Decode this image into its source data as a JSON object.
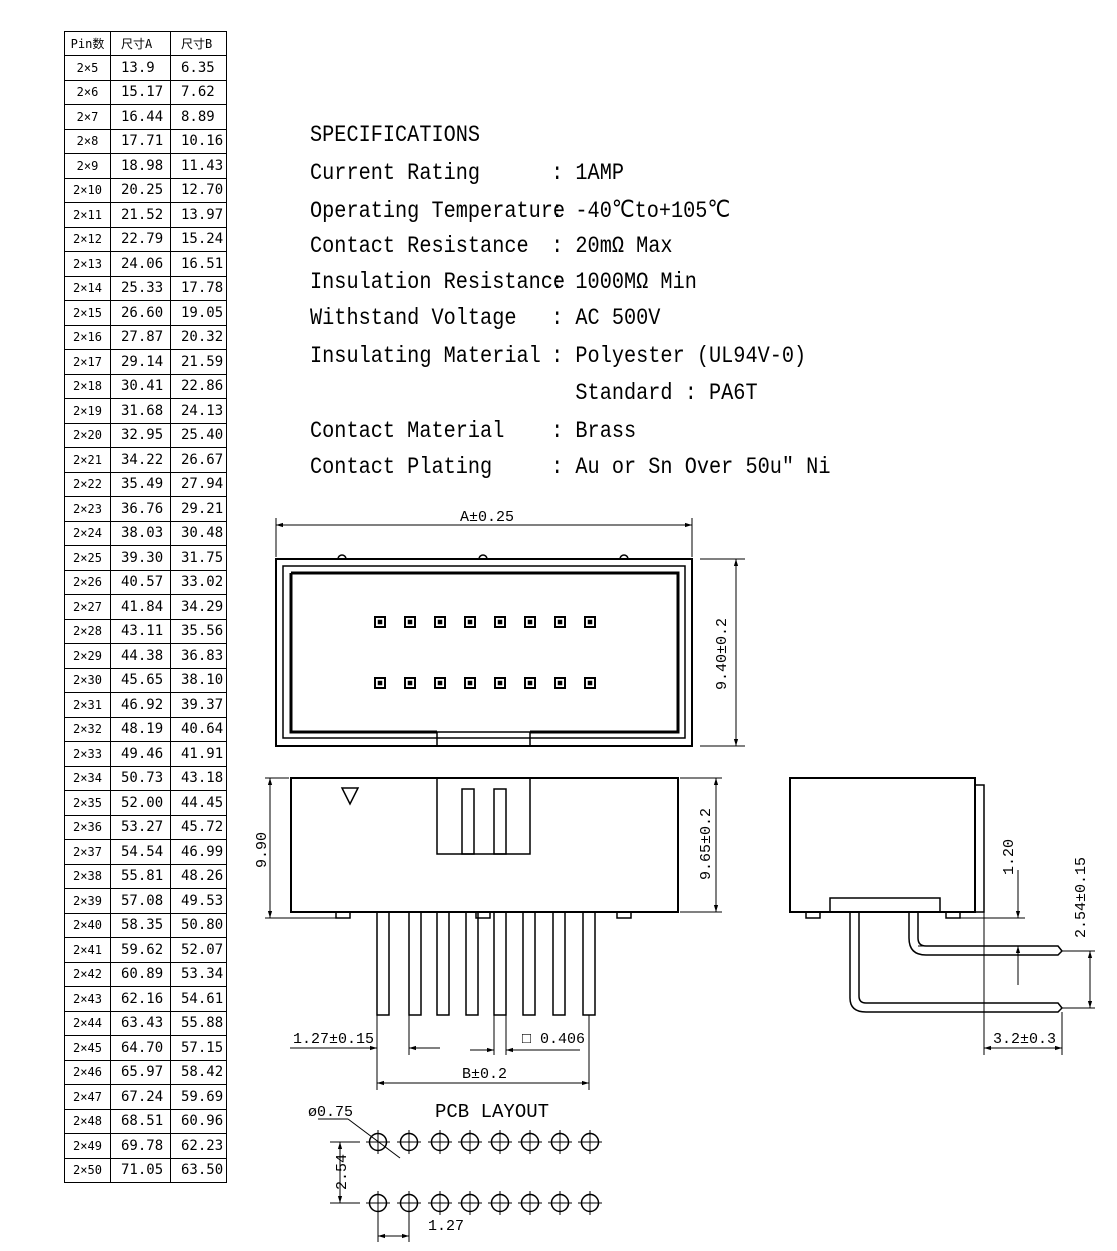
{
  "table": {
    "headers": [
      "Pin数",
      "尺寸A",
      "尺寸B"
    ],
    "rows": [
      [
        "2×5",
        "13.9",
        "6.35"
      ],
      [
        "2×6",
        "15.17",
        "7.62"
      ],
      [
        "2×7",
        "16.44",
        "8.89"
      ],
      [
        "2×8",
        "17.71",
        "10.16"
      ],
      [
        "2×9",
        "18.98",
        "11.43"
      ],
      [
        "2×10",
        "20.25",
        "12.70"
      ],
      [
        "2×11",
        "21.52",
        "13.97"
      ],
      [
        "2×12",
        "22.79",
        "15.24"
      ],
      [
        "2×13",
        "24.06",
        "16.51"
      ],
      [
        "2×14",
        "25.33",
        "17.78"
      ],
      [
        "2×15",
        "26.60",
        "19.05"
      ],
      [
        "2×16",
        "27.87",
        "20.32"
      ],
      [
        "2×17",
        "29.14",
        "21.59"
      ],
      [
        "2×18",
        "30.41",
        "22.86"
      ],
      [
        "2×19",
        "31.68",
        "24.13"
      ],
      [
        "2×20",
        "32.95",
        "25.40"
      ],
      [
        "2×21",
        "34.22",
        "26.67"
      ],
      [
        "2×22",
        "35.49",
        "27.94"
      ],
      [
        "2×23",
        "36.76",
        "29.21"
      ],
      [
        "2×24",
        "38.03",
        "30.48"
      ],
      [
        "2×25",
        "39.30",
        "31.75"
      ],
      [
        "2×26",
        "40.57",
        "33.02"
      ],
      [
        "2×27",
        "41.84",
        "34.29"
      ],
      [
        "2×28",
        "43.11",
        "35.56"
      ],
      [
        "2×29",
        "44.38",
        "36.83"
      ],
      [
        "2×30",
        "45.65",
        "38.10"
      ],
      [
        "2×31",
        "46.92",
        "39.37"
      ],
      [
        "2×32",
        "48.19",
        "40.64"
      ],
      [
        "2×33",
        "49.46",
        "41.91"
      ],
      [
        "2×34",
        "50.73",
        "43.18"
      ],
      [
        "2×35",
        "52.00",
        "44.45"
      ],
      [
        "2×36",
        "53.27",
        "45.72"
      ],
      [
        "2×37",
        "54.54",
        "46.99"
      ],
      [
        "2×38",
        "55.81",
        "48.26"
      ],
      [
        "2×39",
        "57.08",
        "49.53"
      ],
      [
        "2×40",
        "58.35",
        "50.80"
      ],
      [
        "2×41",
        "59.62",
        "52.07"
      ],
      [
        "2×42",
        "60.89",
        "53.34"
      ],
      [
        "2×43",
        "62.16",
        "54.61"
      ],
      [
        "2×44",
        "63.43",
        "55.88"
      ],
      [
        "2×45",
        "64.70",
        "57.15"
      ],
      [
        "2×46",
        "65.97",
        "58.42"
      ],
      [
        "2×47",
        "67.24",
        "59.69"
      ],
      [
        "2×48",
        "68.51",
        "60.96"
      ],
      [
        "2×49",
        "69.78",
        "62.23"
      ],
      [
        "2×50",
        "71.05",
        "63.50"
      ]
    ]
  },
  "specs": {
    "title": "SPECIFICATIONS",
    "items": [
      {
        "label": "Current Rating",
        "value": ": 1AMP"
      },
      {
        "label": "Operating Temperature",
        "value": ": -40℃to+105℃"
      },
      {
        "label": "Contact Resistance",
        "value": ": 20mΩ Max"
      },
      {
        "label": "Insulation Resistance",
        "value": ": 1000MΩ Min"
      },
      {
        "label": "Withstand Voltage",
        "value": ": AC 500V"
      },
      {
        "label": "Insulating Material",
        "value": ": Polyester (UL94V-0)"
      },
      {
        "label": "",
        "value": "  Standard : PA6T"
      },
      {
        "label": "Contact Material",
        "value": ": Brass"
      },
      {
        "label": "Contact Plating",
        "value": ": Au or Sn Over 50u\" Ni"
      }
    ]
  },
  "dimensions": {
    "a_width": "A±0.25",
    "top_height": "9.40±0.2",
    "front_height": "9.90",
    "body_height": "9.65±0.2",
    "pitch": "1.27±0.15",
    "pin_size": "□ 0.406",
    "b_width": "B±0.2",
    "side_offset": "1.20",
    "row_spacing": "2.54±0.15",
    "side_length": "3.2±0.3",
    "pcb_title": "PCB LAYOUT",
    "hole_dia": "ø0.75",
    "pcb_row": "2.54",
    "pcb_pitch": "1.27"
  }
}
